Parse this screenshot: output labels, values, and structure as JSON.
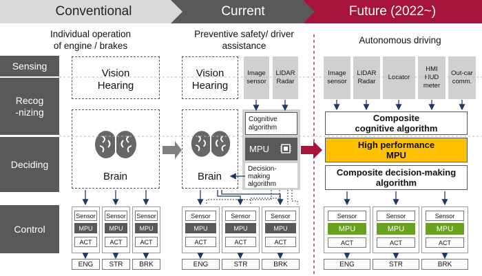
{
  "headers": {
    "conventional": "Conventional",
    "current": "Current",
    "future": "Future (2022~)"
  },
  "subtitles": {
    "conventional": [
      "Individual operation",
      "of engine / brakes"
    ],
    "current": [
      "Preventive safety/  driver",
      "assistance"
    ],
    "future": "Autonomous driving"
  },
  "rows": {
    "sensing": "Sensing",
    "recog": [
      "Recog",
      "-nizing"
    ],
    "deciding": "Deciding",
    "control": "Control"
  },
  "conventional": {
    "vision": "Vision",
    "hearing": "Hearing",
    "brain": "Brain"
  },
  "current": {
    "vision": "Vision",
    "hearing": "Hearing",
    "brain": "Brain",
    "sensors": [
      [
        "Image",
        "sensor"
      ],
      [
        "LIDAR",
        "Radar"
      ]
    ],
    "cognitive": [
      "Cognitive",
      "algorithm"
    ],
    "mpu": "MPU",
    "decision": [
      "Decision-",
      "making",
      "algorithm"
    ]
  },
  "future": {
    "sensors": [
      [
        "Image",
        "sensor"
      ],
      [
        "LIDAR",
        "Radar"
      ],
      [
        "Locator"
      ],
      [
        "HMI HUD",
        "meter"
      ],
      [
        "Out-car",
        "comm."
      ]
    ],
    "composite_cog": [
      "Composite",
      "cognitive algorithm"
    ],
    "hp_mpu": [
      "High performance",
      "MPU"
    ],
    "composite_dec": [
      "Composite decision-making",
      "algorithm"
    ]
  },
  "control_unit": {
    "sensor": "Sensor",
    "mpu": "MPU",
    "act": "ACT"
  },
  "actuators": [
    "ENG",
    "STR",
    "BRK"
  ],
  "colors": {
    "future_header": "#a6143a",
    "gray_header": "#595959",
    "hp_mpu": "#ffc000",
    "green_mpu": "#6aa121"
  }
}
